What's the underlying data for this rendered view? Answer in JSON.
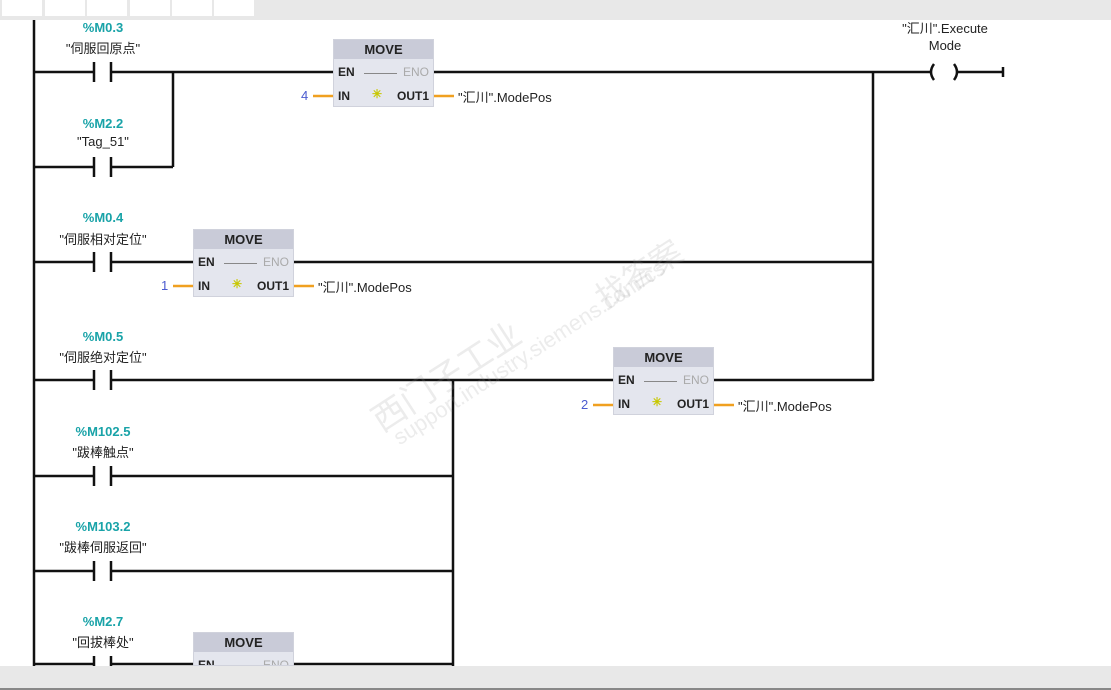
{
  "rungs": [
    {
      "address": "%M0.3",
      "symbol": "\"伺服回原点\""
    },
    {
      "address": "%M2.2",
      "symbol": "\"Tag_51\""
    },
    {
      "address": "%M0.4",
      "symbol": "\"伺服相对定位\""
    },
    {
      "address": "%M0.5",
      "symbol": "\"伺服绝对定位\""
    },
    {
      "address": "%M102.5",
      "symbol": "\"跋棒触点\""
    },
    {
      "address": "%M103.2",
      "symbol": "\"跋棒伺服返回\""
    },
    {
      "address": "%M2.7",
      "symbol": "\"回拔棒处\""
    }
  ],
  "move": {
    "title": "MOVE",
    "en": "EN",
    "eno": "ENO",
    "in": "IN",
    "out": "OUT1"
  },
  "moves": [
    {
      "in_value": "4",
      "out_target": "\"汇川\".ModePos"
    },
    {
      "in_value": "1",
      "out_target": "\"汇川\".ModePos"
    },
    {
      "in_value": "2",
      "out_target": "\"汇川\".ModePos"
    }
  ],
  "coil": {
    "line1": "\"汇川\".Execute",
    "line2": "Mode"
  },
  "watermark": {
    "text1": "西门子工业",
    "text2": "support.industry.siemens.com/cs",
    "text3": "找答案"
  }
}
